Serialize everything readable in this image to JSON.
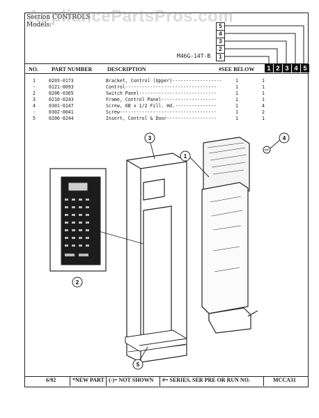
{
  "watermark": "AppliancePartsPros.com",
  "section": {
    "section_label": "Section",
    "section_name": "CONTROLS",
    "models_label": "Models:"
  },
  "model_code": "M46G-14T-B",
  "series_boxes": [
    "5",
    "4",
    "3",
    "2",
    "1"
  ],
  "table_header": {
    "no": "NO.",
    "part_number": "PART NUMBER",
    "description": "DESCRIPTION",
    "see_below": "#SEE BELOW",
    "series": [
      "1",
      "2",
      "3",
      "4",
      "5"
    ]
  },
  "parts": [
    {
      "no": "1",
      "part": "0203-0173",
      "desc": "Bracket, Control (Upper)------------------",
      "qty": "1",
      "ser": "1"
    },
    {
      "no": "-",
      "part": "0121-0093",
      "desc": "Control---------------------------------",
      "qty": "1",
      "ser": "1"
    },
    {
      "no": "2",
      "part": "0206-0365",
      "desc": "Switch Panel----------------------------",
      "qty": "1",
      "ser": "1"
    },
    {
      "no": "3",
      "part": "0210-0243",
      "desc": "Frame, Control Panel--------------------",
      "qty": "1",
      "ser": "1"
    },
    {
      "no": "4",
      "part": "0301-0147",
      "desc": "Screw, 6B x 1/2 Fill. Hd.---------------",
      "qty": "1",
      "ser": "4"
    },
    {
      "no": "-",
      "part": "0302-0041",
      "desc": "Screw-----------------------------------",
      "qty": "1",
      "ser": "2"
    },
    {
      "no": "5",
      "part": "0206-0244",
      "desc": "Insert, Control & Door------------------",
      "qty": "1",
      "ser": "1"
    }
  ],
  "callouts": [
    "1",
    "2",
    "3",
    "4",
    "5"
  ],
  "footer": {
    "date": "6/92",
    "new_part": "*NEW PART",
    "not_shown": "(-)= NOT SHOWN",
    "series_note": "#= SERIES, SER PRE OR RUN NO.",
    "code": "MCCA31"
  }
}
